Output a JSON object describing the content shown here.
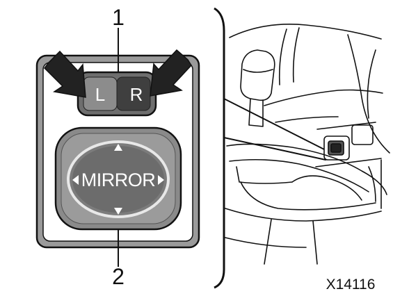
{
  "callouts": {
    "one": "1",
    "two": "2"
  },
  "selector_switch": {
    "left_label": "L",
    "right_label": "R"
  },
  "adjust_switch": {
    "label": "MIRROR"
  },
  "figure_code": "X14116",
  "icons": {
    "press_arrows": "arrow-icon",
    "direction_arrows": "triangle-icon"
  },
  "colors": {
    "line": "#111111",
    "panel_gray": "#8a8a8a",
    "dark_gray": "#4a4a4a",
    "light_gray": "#c8c8c8"
  }
}
